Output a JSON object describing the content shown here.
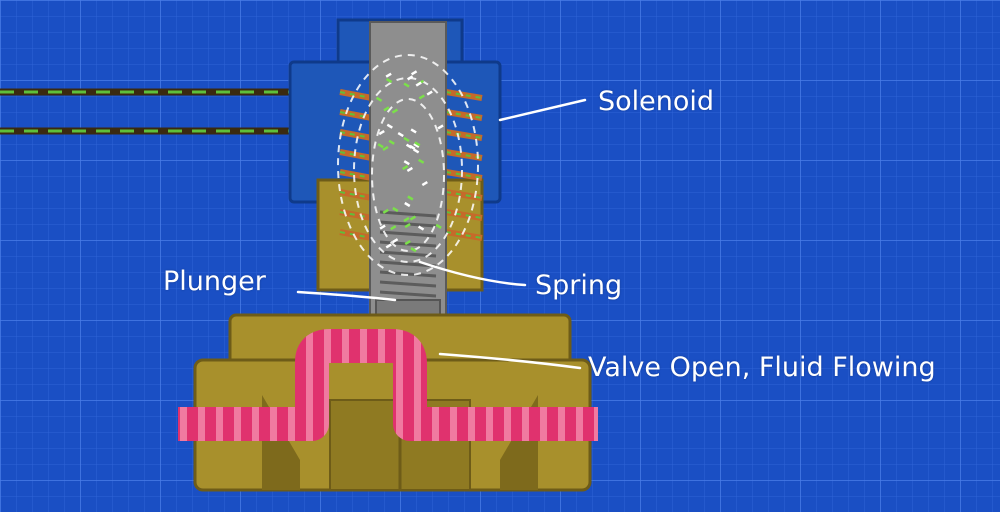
{
  "labels": {
    "solenoid": "Solenoid",
    "plunger": "Plunger",
    "spring": "Spring",
    "valve": "Valve Open, Fluid Flowing"
  },
  "colors": {
    "background": "#1a4fc4",
    "grid": "#3b6fe0",
    "housing": "#1e57b8",
    "brass": "#a8902c",
    "brass_dark": "#7e6a1c",
    "copper": "#c56a2a",
    "wire_green": "#5fbf3a",
    "plunger": "#8a8a8a",
    "fluid": "#e0326e",
    "fluid_stripe": "#f07aa0",
    "field_line": "#ffffff"
  },
  "icons": [
    "solenoid-coil-icon",
    "plunger-icon",
    "spring-icon",
    "valve-body-icon",
    "fluid-flow-icon",
    "magnetic-field-icon"
  ]
}
